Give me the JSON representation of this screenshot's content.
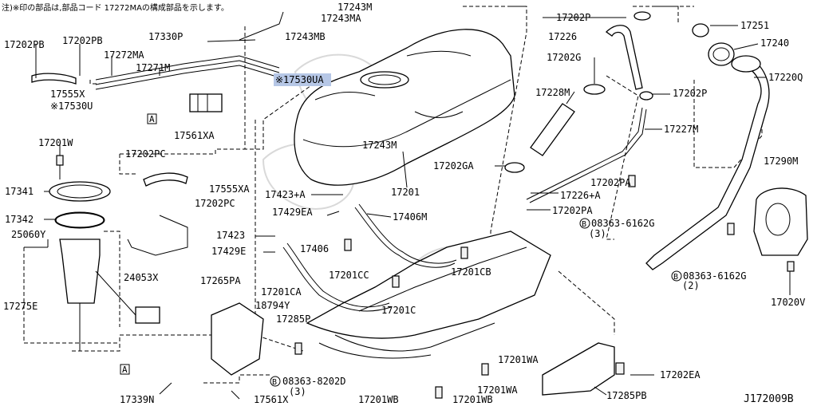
{
  "note": "注)※印の部品は,部品コード 17272MAの構成部品を示します。",
  "diagram_id": "J172009B",
  "highlight_color": "#b6c7e6",
  "labels": {
    "p17202pb_a": "17202PB",
    "p17202pb_b": "17202PB",
    "p17272ma": "17272MA",
    "p17271m": "17271M",
    "p17555x": "17555X",
    "p17530u": "※17530U",
    "p17561xa": "17561XA",
    "p17330p": "17330P",
    "p17243m_a": "17243M",
    "p17243ma": "17243MA",
    "p17243mb": "17243MB",
    "p17530ua": "※17530UA",
    "p17243m_b": "17243M",
    "p17201w": "17201W",
    "p17202pc_a": "17202PC",
    "p17555xa": "17555XA",
    "p17202pc_b": "17202PC",
    "p17341": "17341",
    "p17342": "17342",
    "p25060y": "25060Y",
    "p24053x": "24053X",
    "p17275e": "17275E",
    "p17339n": "17339N",
    "p17201": "17201",
    "p17423a": "17423+A",
    "p17429ea": "17429EA",
    "p17406m": "17406M",
    "p17423": "17423",
    "p17429e": "17429E",
    "p17406": "17406",
    "p17201cc": "17201CC",
    "p17201cb": "17201CB",
    "p17201ca": "17201CA",
    "p17201c": "17201C",
    "p17265pa": "17265PA",
    "p18794y": "18794Y",
    "p17285p": "17285P",
    "p08363_8202d": "08363-8202D",
    "qty_3a": "(3)",
    "p17561x": "17561X",
    "p17201wb_a": "17201WB",
    "p17201wb_b": "17201WB",
    "p17201wa_a": "17201WA",
    "p17201wa_b": "17201WA",
    "p17285pb": "17285PB",
    "p17202ea": "17202EA",
    "p17202p_a": "17202P",
    "p17226": "17226",
    "p17202g": "17202G",
    "p17228m": "17228M",
    "p17202p_b": "17202P",
    "p17227m": "17227M",
    "p17202ga": "17202GA",
    "p17202pa_a": "17202PA",
    "p17226a": "17226+A",
    "p17202pa_b": "17202PA",
    "p08363_6162g_a": "08363-6162G",
    "qty_3b": "(3)",
    "p17251": "17251",
    "p17240": "17240",
    "p17220q": "17220Q",
    "p17290m": "17290M",
    "p08363_6162g_b": "08363-6162G",
    "qty_2": "(2)",
    "p17020v": "17020V",
    "ref_a1": "A",
    "ref_a2": "A",
    "circle_b": "B"
  }
}
